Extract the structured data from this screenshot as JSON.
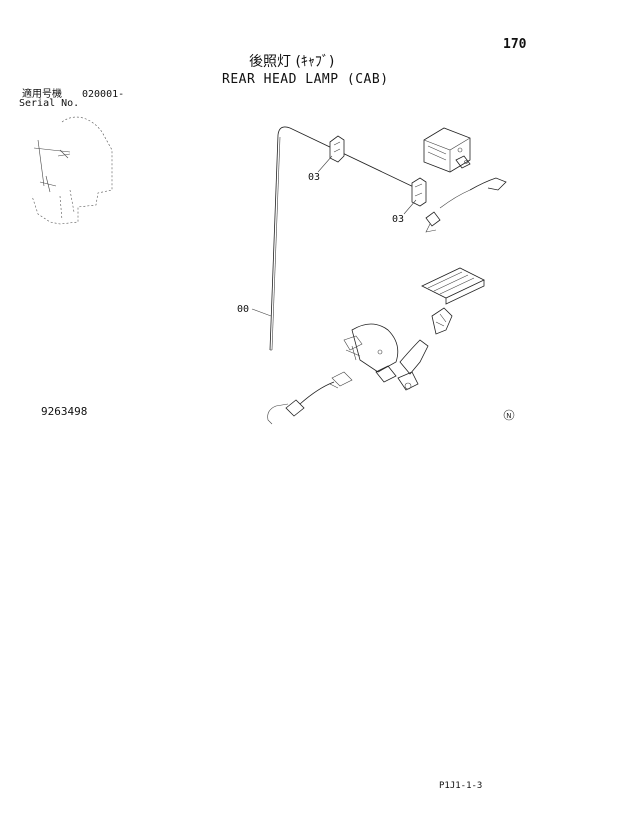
{
  "page": {
    "number": "170",
    "title_jp": "後照灯 (ｷｬﾌﾞ)",
    "title_en": "REAR HEAD LAMP (CAB)",
    "serial_label_jp": "適用号機",
    "serial_number": "020001-",
    "serial_label_en": "Serial No.",
    "document_number": "9263498",
    "footer_code": "P1J1-1-3"
  },
  "callouts": {
    "label_03_upper": "03",
    "label_03_lower": "03",
    "label_00": "00"
  },
  "marks": {
    "circle_symbol": "N"
  }
}
